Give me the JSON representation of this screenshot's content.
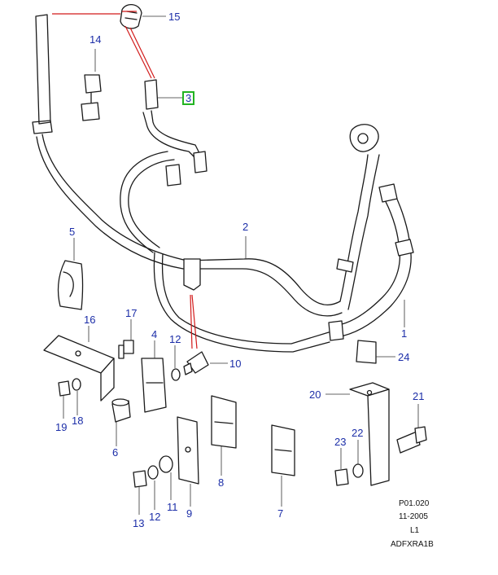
{
  "colors": {
    "callout": "#1c2ea8",
    "highlight": "#22b422",
    "leader_red": "#d21a1a",
    "line": "#1a1a1a"
  },
  "callouts": {
    "c1": "1",
    "c2": "2",
    "c3": "3",
    "c4": "4",
    "c5": "5",
    "c6": "6",
    "c7": "7",
    "c8": "8",
    "c9": "9",
    "c10": "10",
    "c11": "11",
    "c12a": "12",
    "c12b": "12",
    "c13": "13",
    "c14": "14",
    "c15": "15",
    "c16": "16",
    "c17": "17",
    "c18": "18",
    "c19": "19",
    "c20": "20",
    "c21": "21",
    "c22": "22",
    "c23": "23",
    "c24": "24"
  },
  "highlighted_callout": "3",
  "info": {
    "ref": "P01.020",
    "date": "11-2005",
    "level": "L1",
    "code": "ADFXRA1B"
  }
}
